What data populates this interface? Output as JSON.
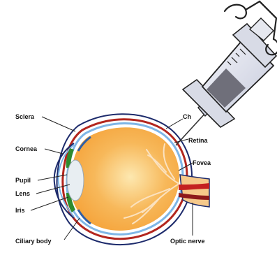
{
  "labels": {
    "sclera": "Sclera",
    "cornea": "Cornea",
    "pupil": "Pupil",
    "lens": "Lens",
    "iris": "Iris",
    "ciliary_body": "Ciliary body",
    "choroid": "Ch",
    "retina": "Retina",
    "fovea": "Fovea",
    "optic_nerve": "Optic nerve"
  },
  "colors": {
    "eyeball": "#f5a33a",
    "eyeball_center": "#fde8b0",
    "sclera_outline": "#1c2a6b",
    "choroid": "#b3261e",
    "retina_blue": "#7fb6e6",
    "iris": "#2e8b2e",
    "lens": "#e8eef2",
    "nerve_red": "#c42020",
    "syringe_barrel": "#d9dce8",
    "syringe_liquid": "#6f6f7a"
  }
}
